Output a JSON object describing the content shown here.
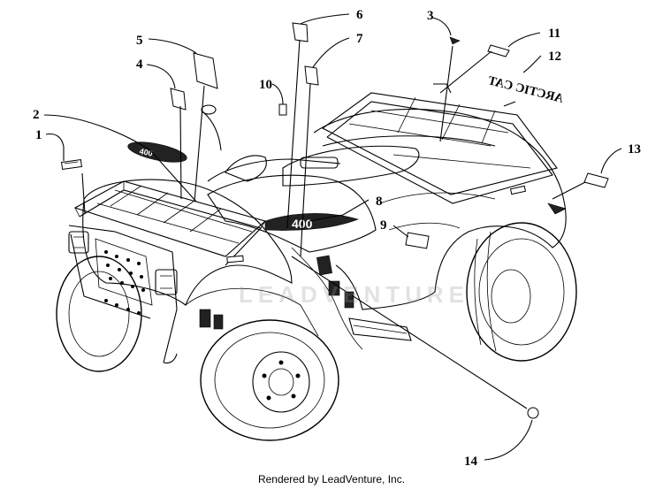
{
  "diagram": {
    "callouts": [
      {
        "id": "c1",
        "label": "1"
      },
      {
        "id": "c2",
        "label": "2"
      },
      {
        "id": "c3",
        "label": "3"
      },
      {
        "id": "c4",
        "label": "4"
      },
      {
        "id": "c5",
        "label": "5"
      },
      {
        "id": "c6",
        "label": "6"
      },
      {
        "id": "c7",
        "label": "7"
      },
      {
        "id": "c8",
        "label": "8"
      },
      {
        "id": "c9",
        "label": "9"
      },
      {
        "id": "c10",
        "label": "10"
      },
      {
        "id": "c11",
        "label": "11"
      },
      {
        "id": "c12",
        "label": "12"
      },
      {
        "id": "c13",
        "label": "13"
      },
      {
        "id": "c14",
        "label": "14"
      }
    ],
    "decal_text": {
      "arctic_cat": "ARCTIC CAT",
      "model": "400"
    }
  },
  "watermark": "LEADVENTURE",
  "credit": "Rendered by LeadVenture, Inc."
}
